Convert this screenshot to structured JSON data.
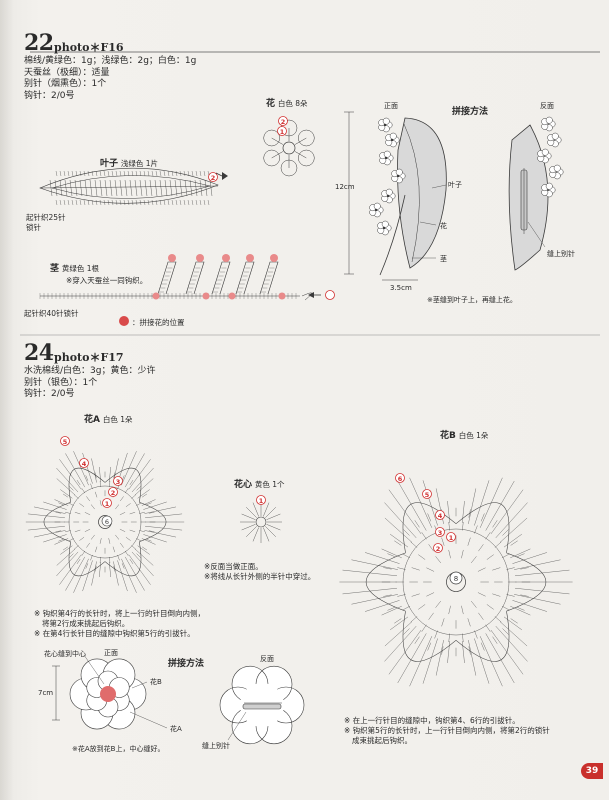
{
  "sec22": {
    "number": "22",
    "photo": "photo＊F16",
    "materials": [
      "棉线/黄绿色：1g；浅绿色：2g；白色：1g",
      "天蚕丝（极细）：适量",
      "别针（烟熏色）：1个",
      "钩针：2/0号"
    ],
    "flower_title": "花",
    "flower_spec": "白色 8朵",
    "leaf_title": "叶子",
    "leaf_spec": "浅绿色 1片",
    "leaf_start": "起针织25针",
    "leaf_chain": "锁针",
    "stem_title": "茎",
    "stem_spec": "黄绿色 1根",
    "stem_note": "※穿入天蚕丝一同钩织。",
    "stem_start": "起针织40针锁针",
    "legend": "：拼接花的位置",
    "assembly_title": "拼接方法",
    "front": "正面",
    "back": "反面",
    "height": "12cm",
    "width": "3.5cm",
    "part_leaf": "叶子",
    "part_flower": "花",
    "part_stem": "茎",
    "pin": "缝上别针",
    "bottom_note": "※茎缝到叶子上，再缝上花。"
  },
  "sec24": {
    "number": "24",
    "photo": "photo＊F17",
    "materials": [
      "水洗棉线/白色：3g；黄色：少许",
      "别针（银色）：1个",
      "钩针：2/0号"
    ],
    "flowerA_title": "花A",
    "flowerA_spec": "白色 1朵",
    "center_title": "花心",
    "center_spec": "黄色 1个",
    "center_notes": [
      "※反面当做正面。",
      "※将线从长针外侧的半针中穿过。"
    ],
    "flowerB_title": "花B",
    "flowerB_spec": "白色 1朵",
    "flowerA_notes": [
      "※ 钩织第4行的长针时，将上一行的针目倒向内侧，",
      "将第2行成束挑起后钩织。",
      "※ 在第4行长针目的缝隙中钩织第5行的引拔针。"
    ],
    "flowerB_notes": [
      "※ 在上一行针目的缝隙中，钩织第4、6行的引拔针。",
      "※ 钩织第5行的长针时，上一行针目倒向内侧，将第2行的锁针",
      "成束挑起后钩织。"
    ],
    "assembly_title": "拼接方法",
    "front": "正面",
    "back": "反面",
    "center_sewn": "花心缝到中心",
    "part_B": "花B",
    "part_A": "花A",
    "size": "7cm",
    "pin": "缝上别针",
    "assembly_note": "※花A放到花B上，中心缝好。"
  },
  "page_number": "39"
}
